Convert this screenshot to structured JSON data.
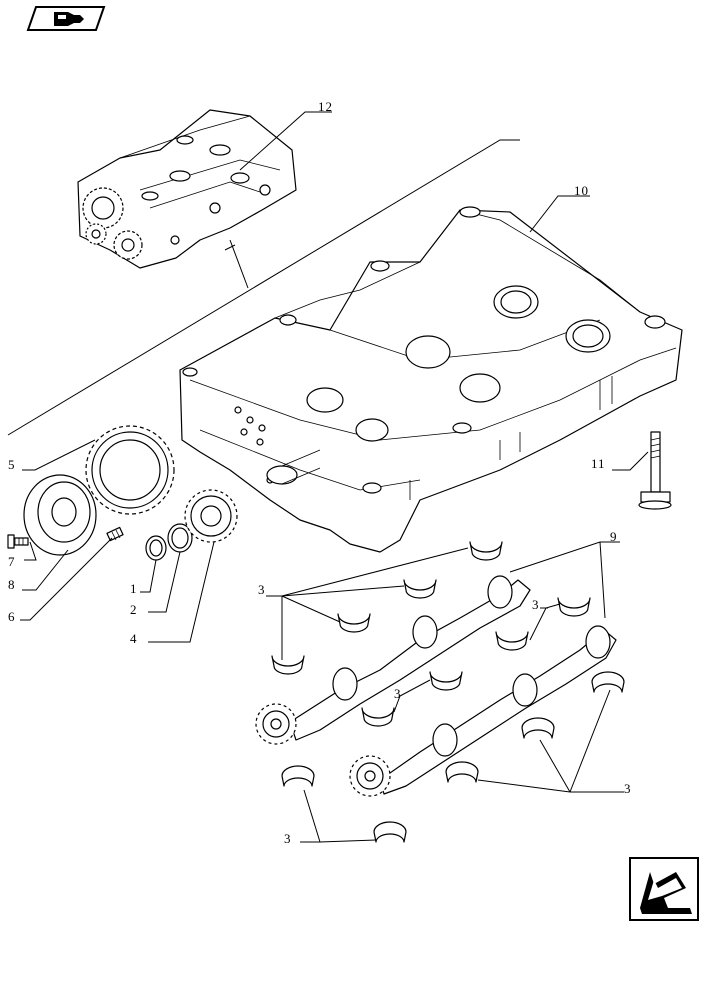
{
  "callouts": {
    "c12": "12",
    "c10": "10",
    "c11": "11",
    "c5": "5",
    "c7": "7",
    "c8": "8",
    "c6": "6",
    "c1": "1",
    "c2": "2",
    "c4": "4",
    "c9": "9",
    "c3a": "3",
    "c3b": "3",
    "c3c": "3",
    "c3d": "3",
    "c3e": "3"
  },
  "icons": {
    "top_left": "book-navigation-icon",
    "bottom_right": "previous-page-arrow-icon"
  }
}
